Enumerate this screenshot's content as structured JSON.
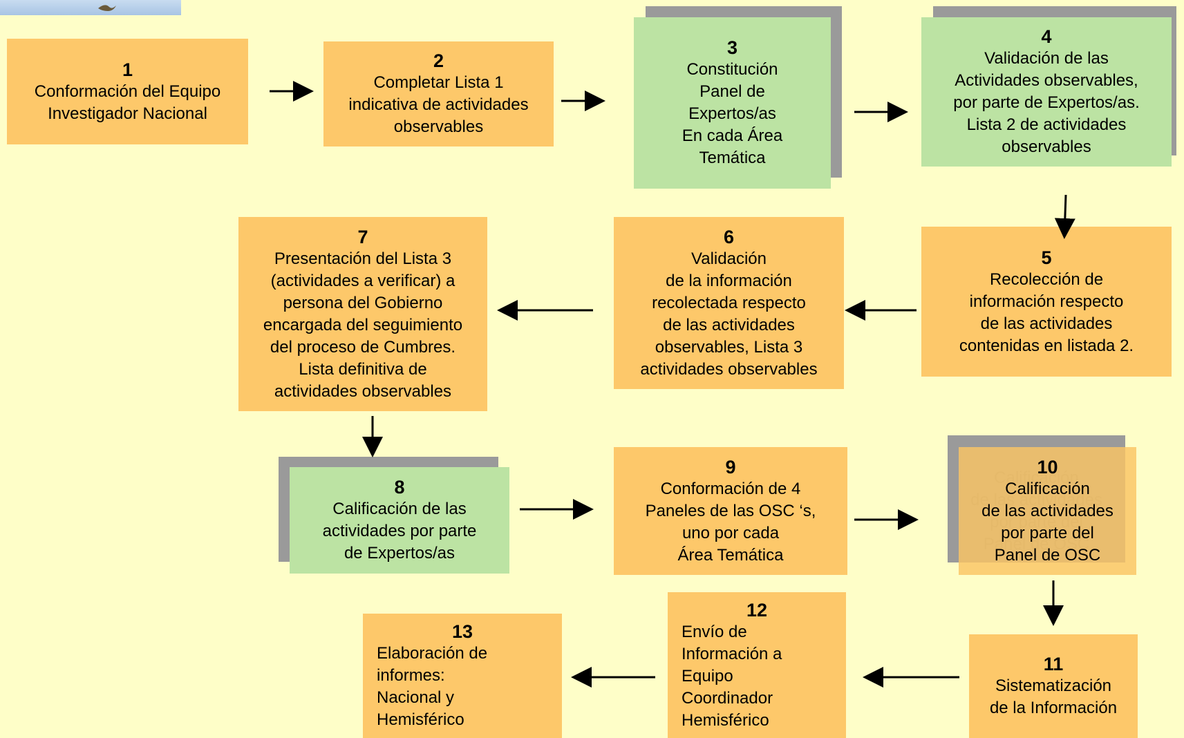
{
  "steps": [
    {
      "n": "1",
      "text": "Conformación del Equipo\nInvestigador Nacional"
    },
    {
      "n": "2",
      "text": "Completar Lista 1\nindicativa de actividades\nobservables"
    },
    {
      "n": "3",
      "text": "Constitución\nPanel de\nExpertos/as\nEn cada Área\nTemática"
    },
    {
      "n": "4",
      "text": "Validación de las\nActividades observables,\npor parte de Expertos/as.\nLista 2 de actividades\nobservables"
    },
    {
      "n": "5",
      "text": "Recolección de\ninformación respecto\nde las actividades\ncontenidas en listada 2."
    },
    {
      "n": "6",
      "text": "Validación\nde la información\nrecolectada respecto\nde las actividades\nobservables, Lista 3\nactividades observables"
    },
    {
      "n": "7",
      "text": "Presentación del Lista 3\n(actividades a verificar) a\npersona del Gobierno\nencargada del seguimiento\ndel proceso de Cumbres.\nLista definitiva de\nactividades observables"
    },
    {
      "n": "8",
      "text": "Calificación de las\nactividades por parte\nde  Expertos/as"
    },
    {
      "n": "9",
      "text": "Conformación de 4\nPaneles de las OSC ‘s,\nuno por cada\nÁrea Temática"
    },
    {
      "n": "10",
      "text": "Calificación\nde las actividades\npor parte del\nPanel de OSC"
    },
    {
      "n": "11",
      "text": "Sistematización\nde la Información"
    },
    {
      "n": "12",
      "text": "Envío de\nInformación a\nEquipo\nCoordinador\nHemisférico"
    },
    {
      "n": "13",
      "text": "Elaboración de\ninformes:\nNacional y\nHemisférico"
    }
  ]
}
